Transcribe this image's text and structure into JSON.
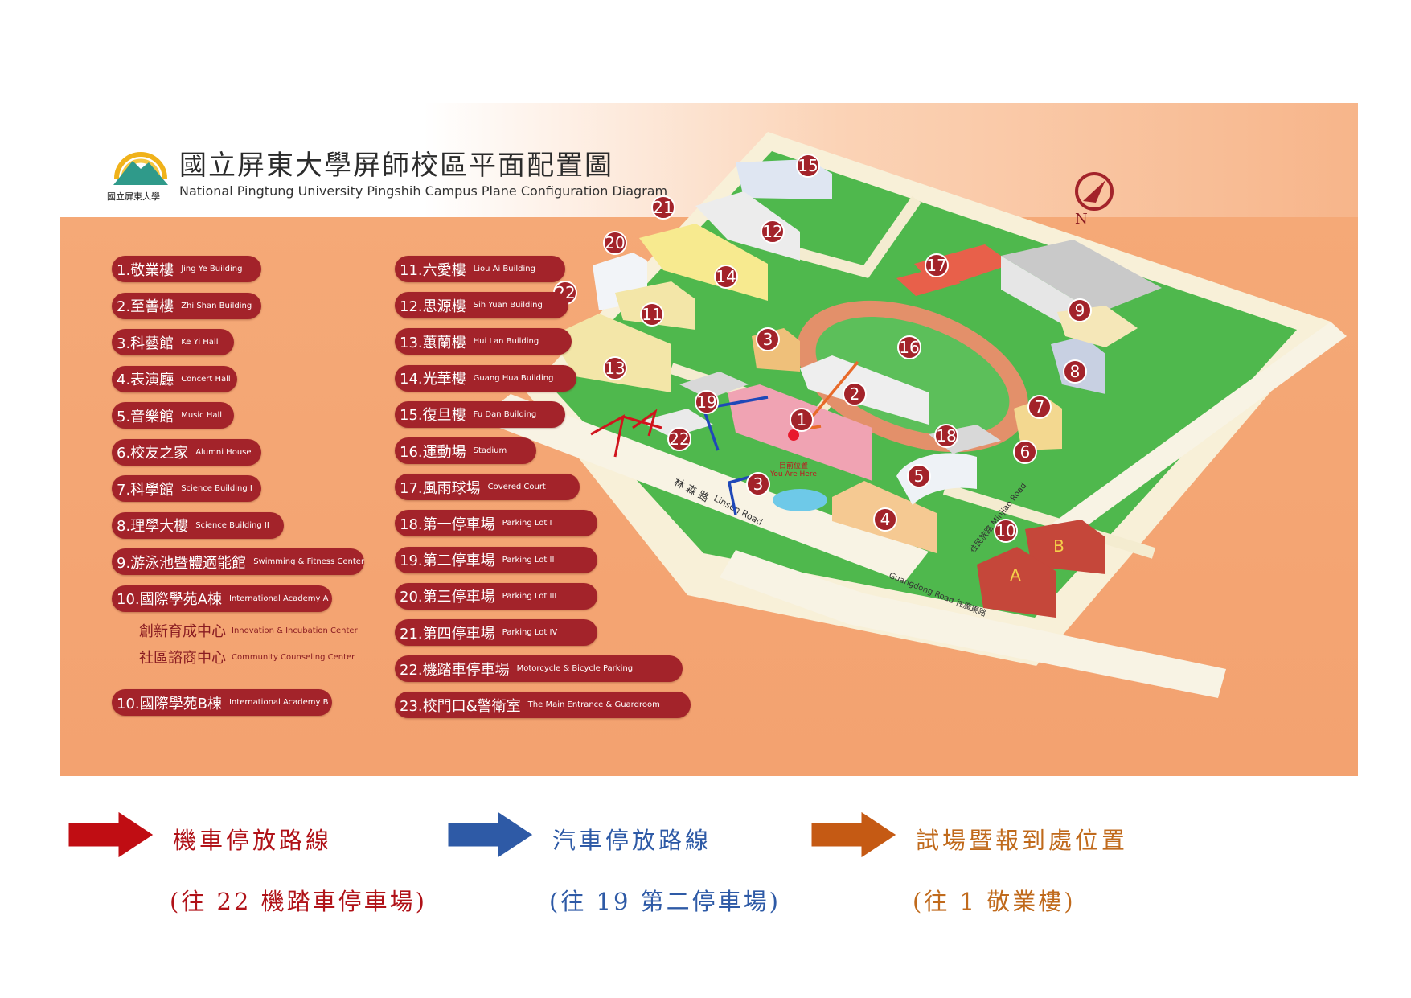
{
  "header": {
    "logo_text": "國立屏東大學",
    "title_zh": "國立屏東大學屏師校區平面配置圖",
    "title_en": "National Pingtung University Pingshih Campus Plane Configuration Diagram"
  },
  "directory_left": [
    {
      "zh": "1.敬業樓",
      "en": "Jing Ye  Building"
    },
    {
      "zh": "2.至善樓",
      "en": "Zhi Shan  Building"
    },
    {
      "zh": "3.科藝館",
      "en": "Ke Yi Hall"
    },
    {
      "zh": "4.表演廳",
      "en": "Concert Hall"
    },
    {
      "zh": "5.音樂館",
      "en": "Music Hall"
    },
    {
      "zh": "6.校友之家",
      "en": "Alumni House"
    },
    {
      "zh": "7.科學館",
      "en": "Science Building  I"
    },
    {
      "zh": "8.理學大樓",
      "en": "Science Building  II"
    },
    {
      "zh": "9.游泳池暨體適能館",
      "en": "Swimming & Fitness Center"
    },
    {
      "zh": "10.國際學苑A棟",
      "en": "International Academy A"
    }
  ],
  "directory_sub": [
    {
      "zh": "創新育成中心",
      "en": "Innovation & Incubation Center"
    },
    {
      "zh": "社區諮商中心",
      "en": "Community Counseling Center"
    }
  ],
  "directory_left_last": {
    "zh": "10.國際學苑B棟",
    "en": "International Academy B"
  },
  "directory_right": [
    {
      "zh": "11.六愛樓",
      "en": "Liou Ai Building"
    },
    {
      "zh": "12.思源樓",
      "en": "Sih Yuan Building"
    },
    {
      "zh": "13.蕙蘭樓",
      "en": "Hui Lan Building"
    },
    {
      "zh": "14.光華樓",
      "en": "Guang Hua Building"
    },
    {
      "zh": "15.復旦樓",
      "en": "Fu Dan Building"
    },
    {
      "zh": "16.運動場",
      "en": "Stadium"
    },
    {
      "zh": "17.風雨球場",
      "en": "Covered Court"
    },
    {
      "zh": "18.第一停車場",
      "en": "Parking Lot  I"
    },
    {
      "zh": "19.第二停車場",
      "en": "Parking Lot  II"
    },
    {
      "zh": "20.第三停車場",
      "en": "Parking Lot  III"
    },
    {
      "zh": "21.第四停車場",
      "en": "Parking Lot  IV"
    },
    {
      "zh": "22.機踏車停車場",
      "en": "Motorcycle & Bicycle Parking"
    },
    {
      "zh": "23.校門口&警衛室",
      "en": "The Main Entrance & Guardroom"
    }
  ],
  "map": {
    "you_are_here_zh": "目前位置",
    "you_are_here_en": "You Are Here",
    "compass_label": "N",
    "road_linsen_zh": "林 森 路",
    "road_linsen_en": "Linsen Road",
    "road_minjiao": "往民族路   Minjiao Road",
    "road_guangdong": "Guangdong Road  往廣東路",
    "building_a": "A",
    "building_b": "B",
    "markers": [
      "1",
      "2",
      "3",
      "3",
      "4",
      "5",
      "6",
      "7",
      "8",
      "9",
      "10",
      "11",
      "12",
      "13",
      "14",
      "15",
      "16",
      "17",
      "18",
      "19",
      "20",
      "21",
      "22"
    ],
    "colors": {
      "background": "#f3a270",
      "grass": "#46b34a",
      "marker": "#a3232a",
      "track": "#e3906a",
      "route_motorcycle": "#d0141d",
      "route_car": "#1f48b8",
      "route_exam": "#e86a2a"
    }
  },
  "legend": [
    {
      "label": "機車停放路線",
      "sub": "(往 22 機踏車停車場)",
      "arrow_color": "#c00d13",
      "text_color": "#b01218",
      "icon": "right-arrow-icon"
    },
    {
      "label": "汽車停放路線",
      "sub": "(往 19 第二停車場)",
      "arrow_color": "#2e5aa6",
      "text_color": "#2e5aa6",
      "icon": "right-arrow-icon"
    },
    {
      "label": "試場暨報到處位置",
      "sub": "(往 1 敬業樓)",
      "arrow_color": "#c55a14",
      "text_color": "#c06a1c",
      "icon": "right-arrow-icon"
    }
  ]
}
